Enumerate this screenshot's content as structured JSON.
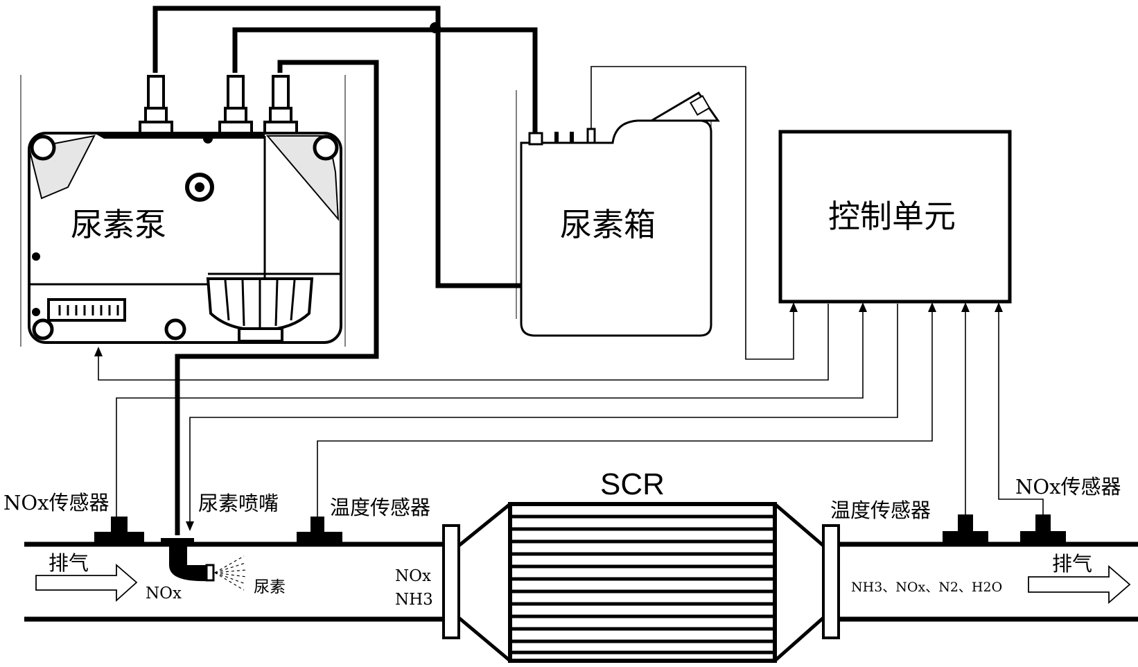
{
  "labels": {
    "urea_pump": "尿素泵",
    "urea_tank": "尿素箱",
    "control_unit": "控制单元",
    "scr": "SCR",
    "nox_sensor_upstream": "NOx传感器",
    "urea_nozzle": "尿素喷嘴",
    "temp_sensor_upstream": "温度传感器",
    "temp_sensor_downstream": "温度传感器",
    "nox_sensor_downstream": "NOx传感器",
    "exhaust_in": "排气",
    "exhaust_out": "排气",
    "nox_gas": "NOx",
    "urea_spray": "尿素",
    "mix_nox": "NOx",
    "mix_nh3": "NH3",
    "outlet_gases": "NH3、NOx、N2、H2O"
  },
  "colors": {
    "line": "#000000",
    "background": "#ffffff",
    "device_fill": "#ffffff",
    "device_shade": "#d9d9d9"
  }
}
